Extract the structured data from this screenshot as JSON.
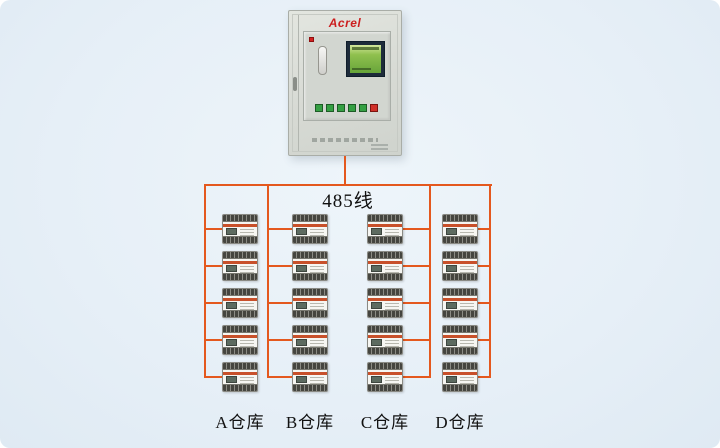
{
  "diagram": {
    "background_color": "#e6eff7",
    "bus_label": "485线",
    "bus_color": "#e4581e"
  },
  "cabinet": {
    "brand": "Acrel",
    "brand_color": "#cc1f1f",
    "screen_color": "#8fc04e",
    "button_green": "#35a043",
    "button_red": "#d03028"
  },
  "columns": [
    {
      "label": "A仓库"
    },
    {
      "label": "B仓库"
    },
    {
      "label": "C仓库"
    },
    {
      "label": "D仓库"
    }
  ],
  "devices_per_column": 5,
  "device": {
    "band_color": "#c8502a",
    "icon": "din-rail-meter-icon"
  }
}
